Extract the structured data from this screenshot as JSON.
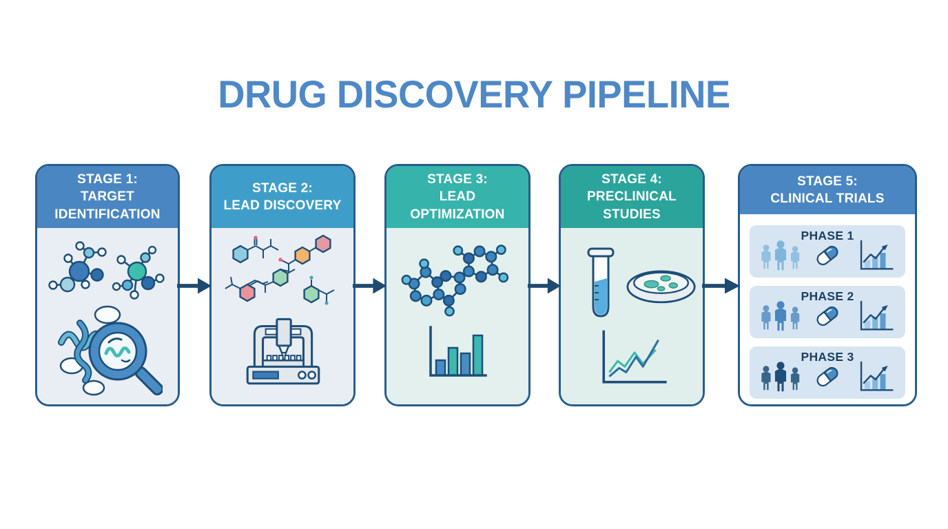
{
  "title": {
    "text": "DRUG DISCOVERY PIPELINE",
    "color": "#4e88c6"
  },
  "palette": {
    "outline": "#1d4e79",
    "card_border": "#275d8c",
    "page_background": "#ffffff"
  },
  "arrow": {
    "icon": "arrow-right-icon",
    "color": "#1f4a70"
  },
  "stages": [
    {
      "name": "stage-1",
      "label": "STAGE 1:\nTARGET\nIDENTIFICATION",
      "header_color": "#4a86c2",
      "body_color": "#e9eef5",
      "icons": [
        "molecule-icon",
        "molecule-icon",
        "protein-magnifier-icon"
      ]
    },
    {
      "name": "stage-2",
      "label": "STAGE 2:\nLEAD DISCOVERY",
      "header_color": "#3f9ec9",
      "body_color": "#e9eef5",
      "icons": [
        "chemical-structures-icon",
        "screening-machine-icon"
      ]
    },
    {
      "name": "stage-3",
      "label": "STAGE 3:\nLEAD\nOPTIMIZATION",
      "header_color": "#36b3ab",
      "body_color": "#e3f0ed",
      "icons": [
        "molecule-network-icon",
        "bar-chart-icon"
      ]
    },
    {
      "name": "stage-4",
      "label": "STAGE 4:\nPRECLINICAL\nSTUDIES",
      "header_color": "#2ba49b",
      "body_color": "#e1efec",
      "icons": [
        "test-tube-icon",
        "petri-dish-icon",
        "line-chart-icon"
      ]
    },
    {
      "name": "stage-5",
      "label": "STAGE 5:\nCLINICAL TRIALS",
      "header_color": "#4a86c2",
      "body_color": "#ffffff",
      "phase_icons": [
        "people-group-icon",
        "capsule-icon",
        "growth-chart-icon"
      ],
      "phases": [
        {
          "label": "PHASE 1",
          "people_color": "#7fb6dc",
          "row_color": "#d7e5f2"
        },
        {
          "label": "PHASE 2",
          "people_color": "#4a86c0",
          "row_color": "#d7e5f2"
        },
        {
          "label": "PHASE 3",
          "people_color": "#1e4e79",
          "row_color": "#d7e5f2"
        }
      ]
    }
  ]
}
